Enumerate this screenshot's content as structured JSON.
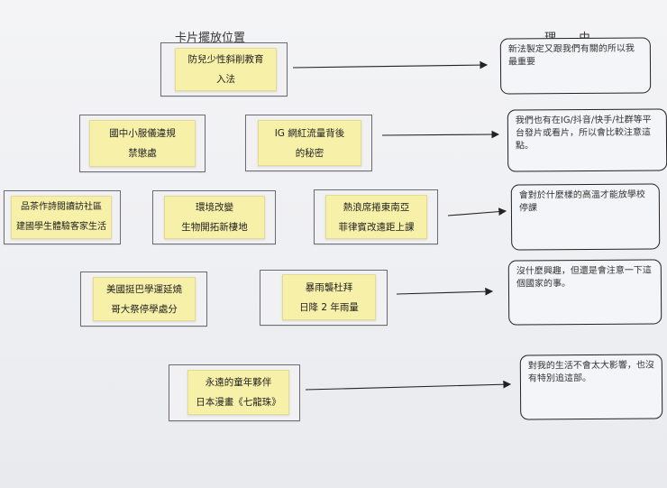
{
  "headings": {
    "cards": "卡片擺放位置",
    "reason": "理　由"
  },
  "cards": [
    {
      "line1": "防兒少性斜削教育",
      "line2": "入法"
    },
    {
      "line1": "國中小服儀違規",
      "line2": "禁懲處"
    },
    {
      "line1": "IG 網紅流量背後",
      "line2": "的秘密"
    },
    {
      "line1": "品茶作詩閱讀訪社區",
      "line2": "建國學生體驗客家生活"
    },
    {
      "line1": "環境改變",
      "line2": "生物開拓新棲地"
    },
    {
      "line1": "熱浪席捲東南亞",
      "line2": "菲律賓改遠距上課"
    },
    {
      "line1": "美國挺巴學運延燒",
      "line2": "哥大祭停學處分"
    },
    {
      "line1": "暴雨襲杜拜",
      "line2": "日降 2 年雨量"
    },
    {
      "line1": "永遠的童年夥伴",
      "line2": "日本漫畫《七龍珠》"
    }
  ],
  "reasons": [
    "新法製定又跟我們有關的所以我最重要",
    "我們也有在IG/抖音/快手/社群等平台發片或看片，所以會比較注意這點。",
    "會對於什麼樣的高溫才能放學校停課",
    "沒什麼興趣，但還是會注意一下這個國家的事。",
    "對我的生活不會太大影響，也沒有特別追這部。"
  ]
}
